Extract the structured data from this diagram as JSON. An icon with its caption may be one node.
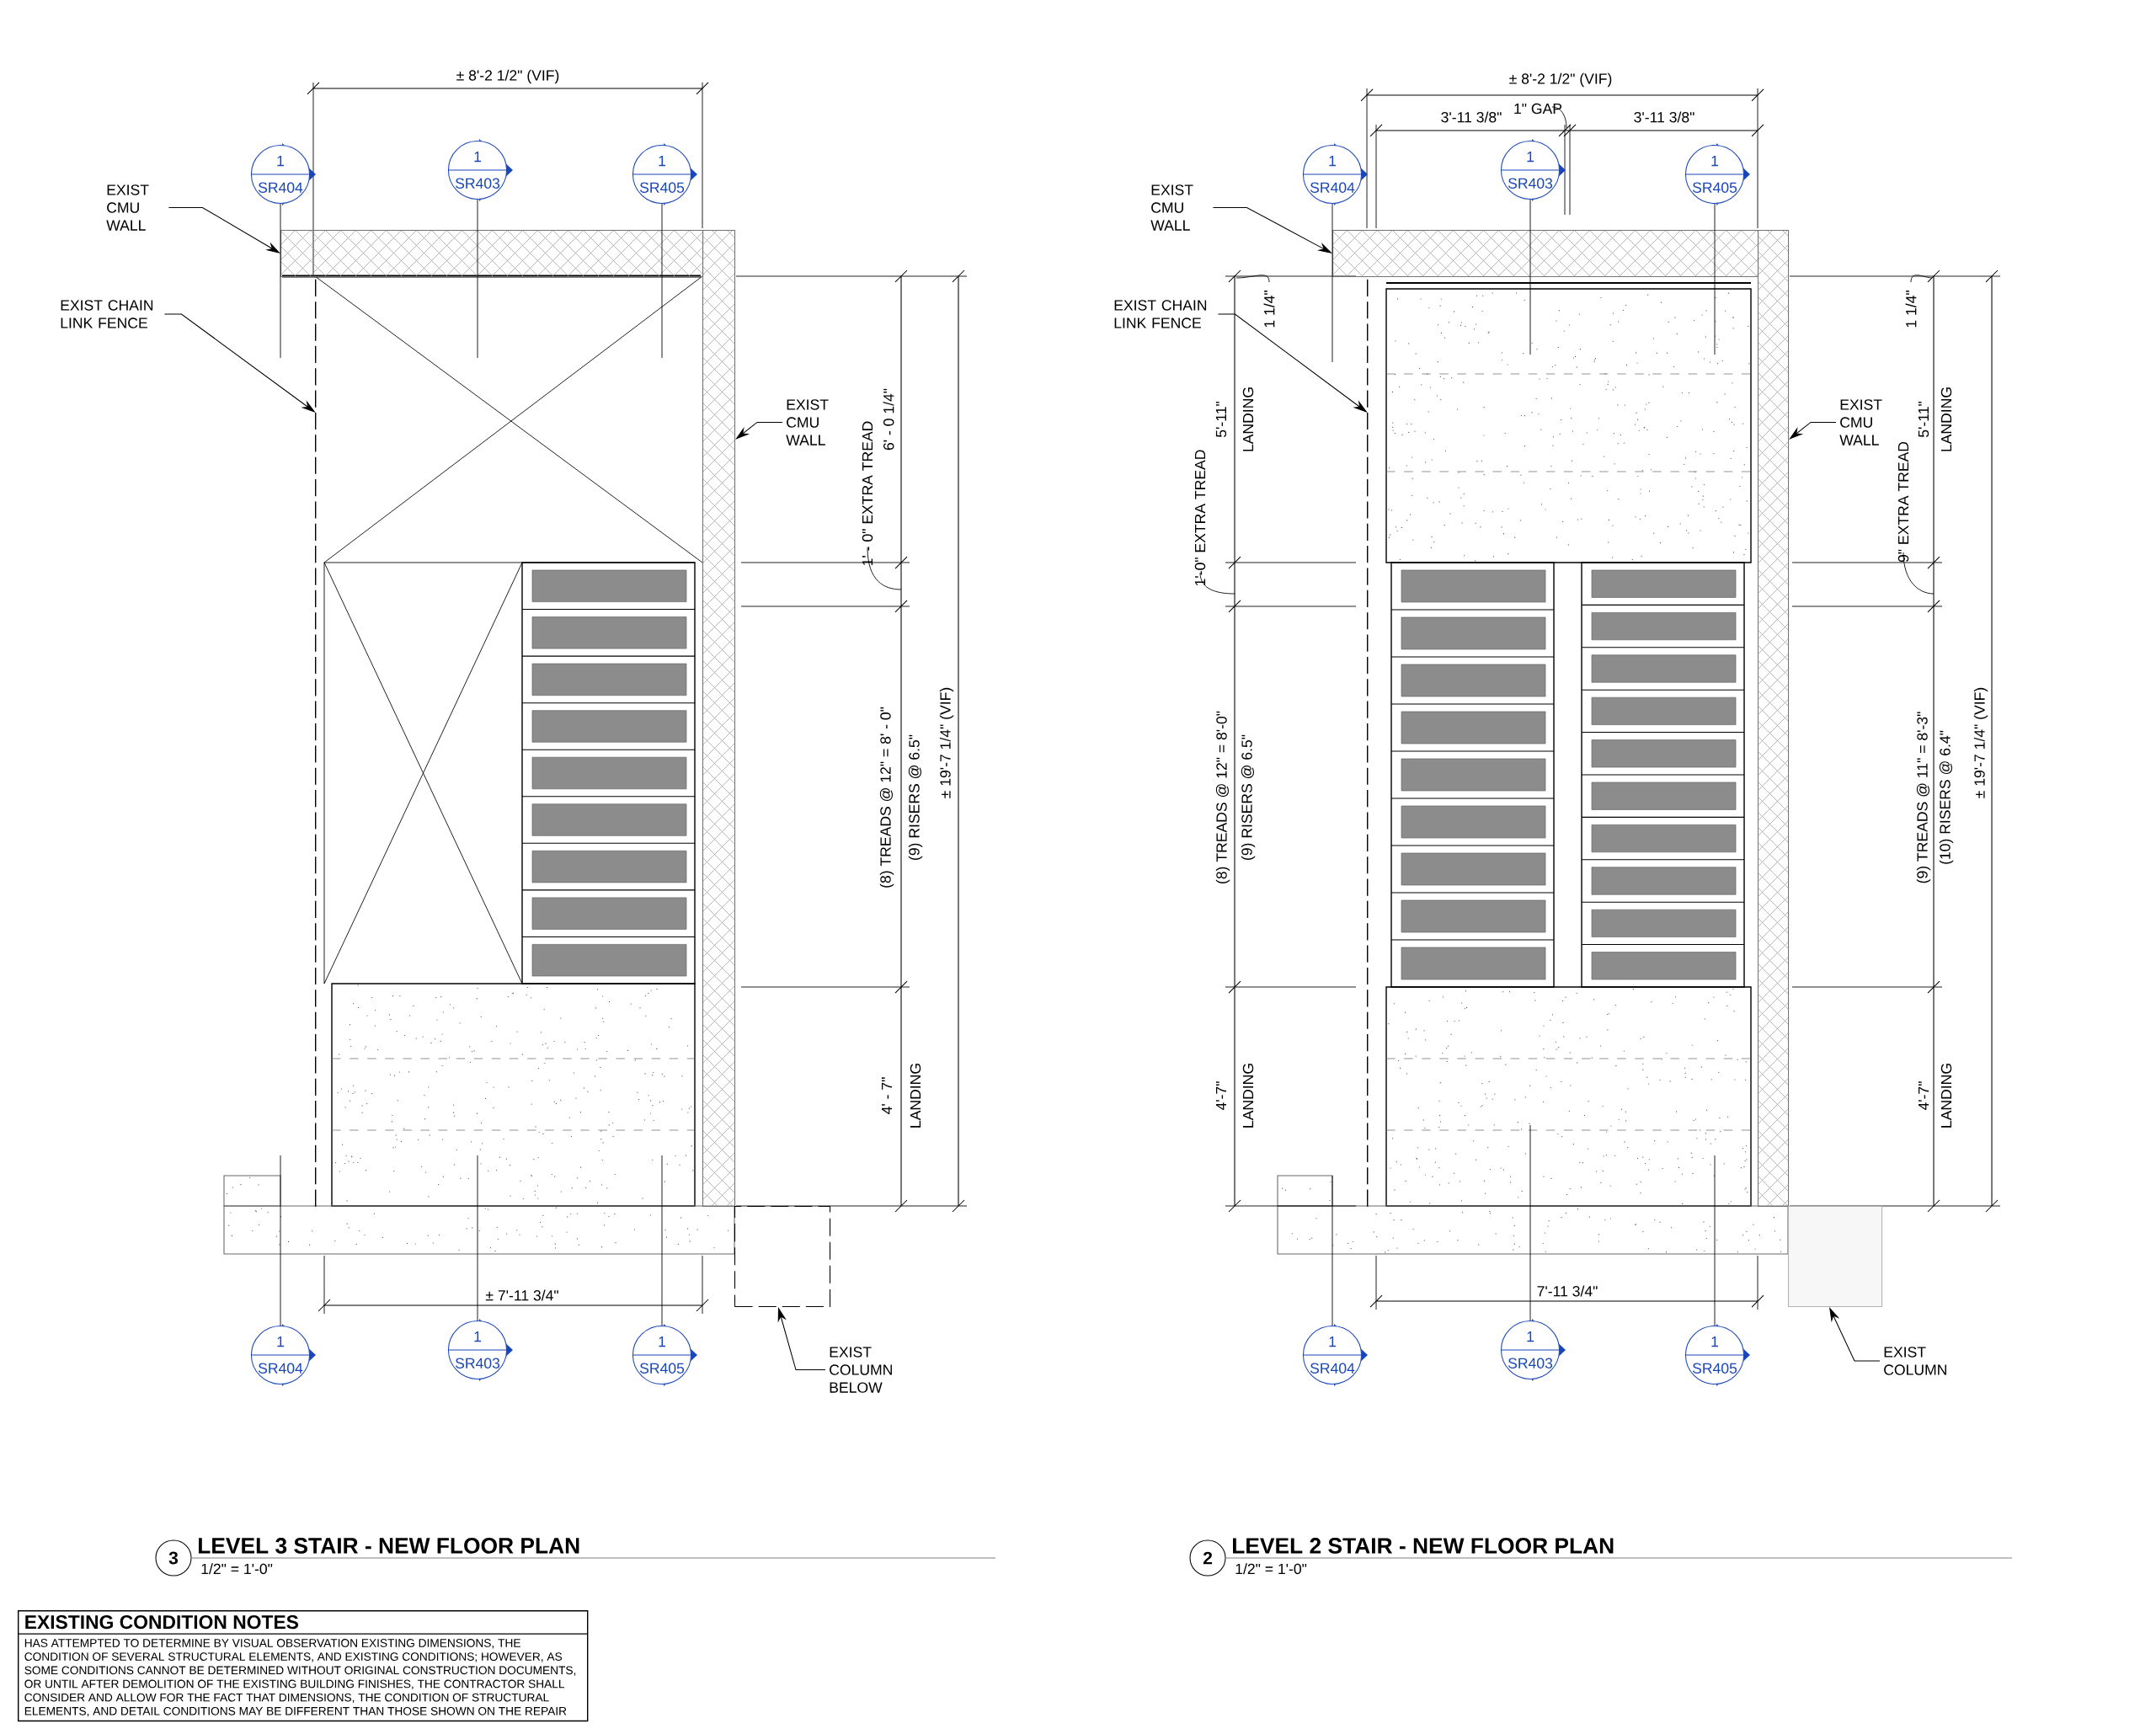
{
  "diagram": {
    "nodes": [
      {
        "text": [
          "EXIST CMU WALL"
        ]
      },
      {
        "text": [
          "EXIST CHAIN LINK FENCE"
        ]
      },
      {
        "text": [
          "EXIST CMU WALL"
        ]
      },
      {
        "text": [
          "EXIST COLUMN BELOW"
        ]
      },
      {
        "text": [],
        "shape": "box"
      },
      {
        "text": [],
        "shape": "line"
      },
      {
        "text": [],
        "shape": "box"
      },
      {
        "text": [],
        "shape": "box"
      },
      {
        "text": [
          "1",
          "SR404"
        ]
      },
      {
        "text": [
          "1",
          "SR403"
        ]
      },
      {
        "text": [
          "1",
          "SR405"
        ]
      },
      {
        "text": [
          "1",
          "SR404"
        ]
      },
      {
        "text": [
          "1",
          "SR403"
        ]
      },
      {
        "text": [
          "1",
          "SR405"
        ]
      },
      {
        "text": [
          "3"
        ],
        "beside": [
          "LEVEL 3 STAIR - NEW FLOOR PLAN",
          "1/2\" = 1'-0\""
        ]
      },
      {
        "text": [
          "EXIST CMU WALL"
        ]
      },
      {
        "text": [
          "EXIST CHAIN LINK FENCE"
        ]
      },
      {
        "text": [
          "EXIST CMU WALL"
        ]
      },
      {
        "text": [
          "EXIST COLUMN"
        ]
      },
      {
        "text": [],
        "shape": "box"
      },
      {
        "text": [],
        "shape": "line"
      },
      {
        "text": [],
        "shape": "box"
      },
      {
        "text": [],
        "shape": "box"
      },
      {
        "text": [
          "1",
          "SR404"
        ]
      },
      {
        "text": [
          "1",
          "SR403"
        ]
      },
      {
        "text": [
          "1",
          "SR405"
        ]
      },
      {
        "text": [
          "1",
          "SR404"
        ]
      },
      {
        "text": [
          "1",
          "SR403"
        ]
      },
      {
        "text": [
          "1",
          "SR405"
        ]
      },
      {
        "text": [
          "2"
        ],
        "beside": [
          "LEVEL 2 STAIR - NEW FLOOR PLAN",
          "1/2\" = 1'-0\""
        ]
      },
      {
        "text": [
          "EXISTING CONDITION NOTES",
          "HAS ATTEMPTED TO DETERMINE BY VISUAL OBSERVATION EXISTING DIMENSIONS, THE CONDITION OF SEVERAL STRUCTURAL ELEMENTS, AND EXISTING CONDITIONS; HOWEVER, AS SOME CONDITIONS CANNOT BE DETERMINED WITHOUT ORIGINAL CONSTRUCTION DOCUMENTS, OR UNTIL AFTER DEMOLITION OF THE EXISTING BUILDING FINISHES, THE CONTRACTOR SHALL CONSIDER AND ALLOW FOR THE FACT THAT DIMENSIONS, THE CONDITION OF STRUCTURAL ELEMENTS, AND DETAIL CONDITIONS MAY BE DIFFERENT THAN THOSE SHOWN ON THE REPAIR"
        ]
      }
    ],
    "edges": [
      {
        "from": 0,
        "to": 4,
        "arrow": "to"
      },
      {
        "from": 1,
        "to": 5,
        "arrow": "to"
      },
      {
        "from": 2,
        "to": 6,
        "arrow": "to"
      },
      {
        "from": 3,
        "to": 7,
        "arrow": "to"
      },
      {
        "from": 15,
        "to": 19,
        "arrow": "to"
      },
      {
        "from": 16,
        "to": 20,
        "arrow": "to"
      },
      {
        "from": 17,
        "to": 21,
        "arrow": "to"
      },
      {
        "from": 18,
        "to": 22,
        "arrow": "to"
      }
    ],
    "labels": [
      "± 8'-2 1/2\" (VIF)",
      "6' - 0 1/4\"",
      "1' - 0\" EXTRA TREAD",
      "(8) TREADS @ 12\" = 8' - 0\"",
      "(9) RISERS @ 6.5\"",
      "± 19'-7 1/4\" (VIF)",
      "4' - 7\"",
      "LANDING",
      "± 7'-11 3/4\"",
      "± 8'-2 1/2\" (VIF)",
      "3'-11 3/8\"",
      "1\" GAP",
      "3'-11 3/8\"",
      "1 1/4\"",
      "5'-11\"",
      "LANDING",
      "1'-0\" EXTRA TREAD",
      "(8) TREADS @ 12\" = 8'-0\"",
      "(9) RISERS @ 6.5\"",
      "4'-7\"",
      "LANDING",
      "1 1/4\"",
      "5'-11\"",
      "LANDING",
      "9\" EXTRA TREAD",
      "(9) TREADS @ 11\" = 8'-3\"",
      "(10) RISERS @ 6.4\"",
      "4'-7\"",
      "LANDING",
      "± 19'-7 1/4\" (VIF)",
      "7'-11 3/4\""
    ]
  }
}
